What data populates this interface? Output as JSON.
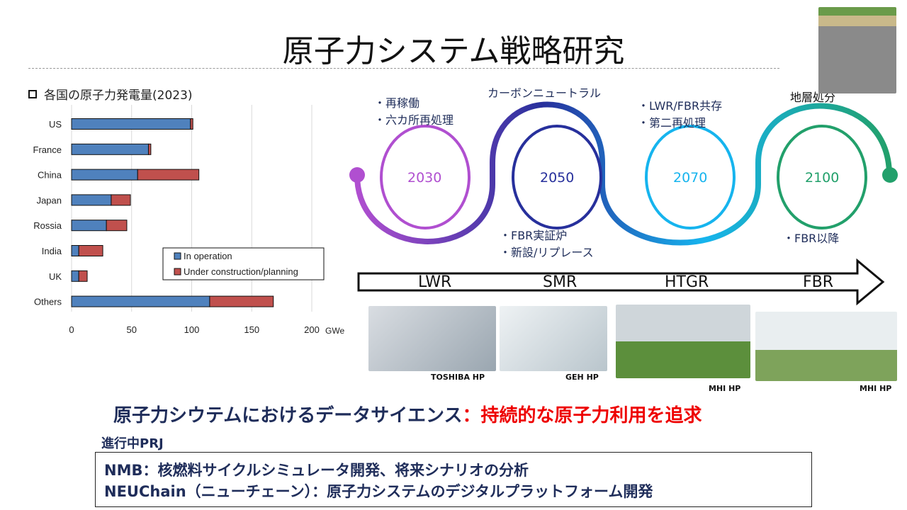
{
  "title": "原子力システム戦略研究",
  "chart_data": {
    "type": "bar",
    "orientation": "horizontal-stacked",
    "title": "各国の原子力発電量(2023)",
    "categories": [
      "US",
      "France",
      "China",
      "Japan",
      "Rossia",
      "India",
      "UK",
      "Others"
    ],
    "series": [
      {
        "name": "In operation",
        "color": "#4f81bd",
        "values": [
          99,
          64,
          55,
          33,
          29,
          6,
          6,
          115
        ]
      },
      {
        "name": "Under construction/planning",
        "color": "#c0504d",
        "values": [
          2,
          2,
          51,
          16,
          17,
          20,
          7,
          53
        ]
      }
    ],
    "xlabel": "GWe",
    "xlim": [
      0,
      200
    ],
    "xticks": [
      "0",
      "50",
      "100",
      "150",
      "200"
    ],
    "grid": true,
    "legend": "bottom-right"
  },
  "timeline": {
    "milestones": [
      {
        "year": "2030",
        "color": "#b04fd0",
        "notes": [
          "・再稼働",
          "・六カ所再処理"
        ]
      },
      {
        "year": "2050",
        "color": "#27309c",
        "notes": [
          "・FBR実証炉",
          "・新設/リプレース"
        ]
      },
      {
        "year": "2070",
        "color": "#16b4ee",
        "notes": [
          "・LWR/FBR共存",
          "・第二再処理"
        ]
      },
      {
        "year": "2100",
        "color": "#22a06b",
        "notes": [
          "・FBR以降"
        ]
      }
    ],
    "carbon_neutral": "カーボンニュートラル",
    "geologic_disposal": "地層処分",
    "reactors": [
      "LWR",
      "SMR",
      "HTGR",
      "FBR"
    ],
    "image_captions": [
      "TOSHIBA HP",
      "GEH HP",
      "MHI HP",
      "MHI HP"
    ]
  },
  "headline": {
    "main": "原子力シウテムにおけるデータサイエンス",
    "colon": "：",
    "accent": "持続的な原子力利用を追求"
  },
  "ongoing_label": "進行中PRJ",
  "projects": [
    "NMB：核燃料サイクルシミュレータ開発、将来シナリオの分析",
    "NEUChain（ニューチェーン）：原子力システムのデジタルプラットフォーム開発"
  ]
}
